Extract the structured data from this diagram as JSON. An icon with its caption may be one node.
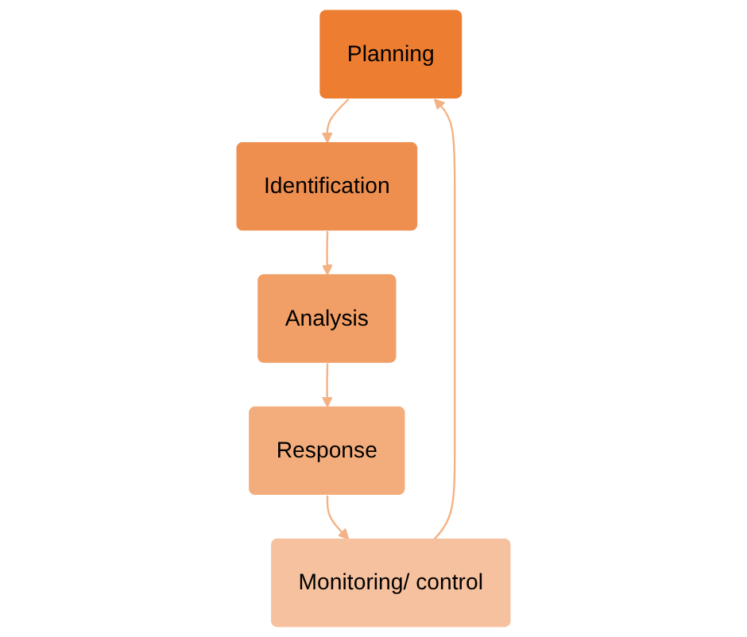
{
  "diagram": {
    "nodes": [
      {
        "text": [
          "Planning"
        ]
      },
      {
        "text": [
          "Identification"
        ]
      },
      {
        "text": [
          "Analysis"
        ]
      },
      {
        "text": [
          "Response"
        ]
      },
      {
        "text": [
          "Monitoring/ control"
        ]
      }
    ],
    "edges": [
      {
        "from": 0,
        "to": 1,
        "arrow": "to"
      },
      {
        "from": 1,
        "to": 2,
        "arrow": "to"
      },
      {
        "from": 2,
        "to": 3,
        "arrow": "to"
      },
      {
        "from": 3,
        "to": 4,
        "arrow": "to"
      },
      {
        "from": 4,
        "to": 0,
        "arrow": "to"
      }
    ]
  }
}
